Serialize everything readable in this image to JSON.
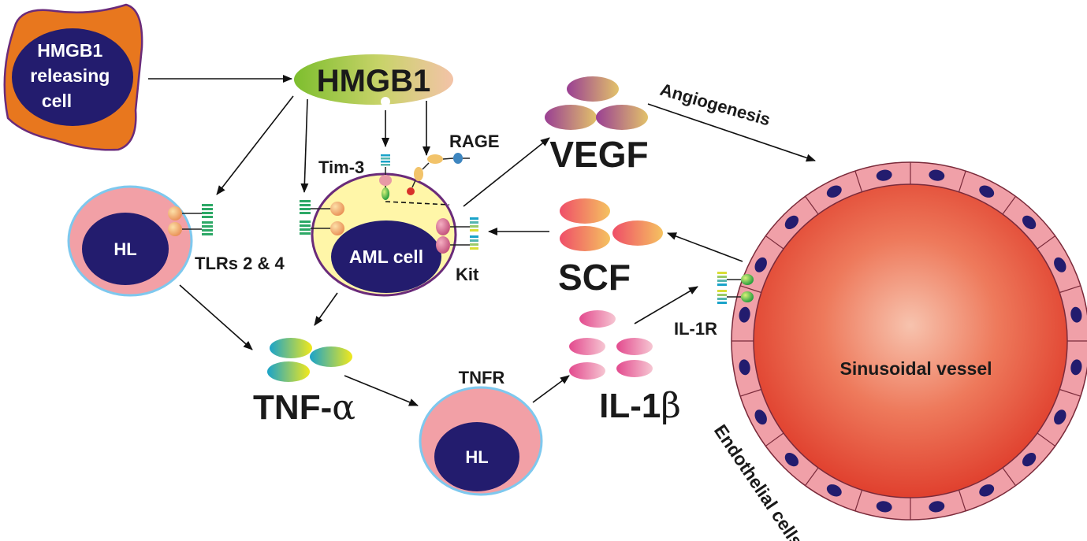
{
  "labels": {
    "hmgb1_source": [
      "HMGB1",
      "releasing",
      "cell"
    ],
    "hmgb1": "HMGB1",
    "rage": "RAGE",
    "tim3": "Tim-3",
    "tlrs": "TLRs 2 & 4",
    "aml_cell": "AML cell",
    "kit": "Kit",
    "hl_top": "HL",
    "hl_bottom": "HL",
    "vegf": "VEGF",
    "scf": "SCF",
    "tnf_prefix": "TNF-",
    "tnf_symbol": "α",
    "tnfr": "TNFR",
    "il1_prefix": "IL-1",
    "il1_symbol": "β",
    "il1r": "IL-1R",
    "angiogenesis": "Angiogenesis",
    "vessel": "Sinusoidal vessel",
    "endothelial": "Endothelial cells"
  },
  "colors": {
    "source_cell": "#E8771E",
    "nucleus": "#231C6E",
    "hl_cytoplasm": "#F2A0A6",
    "hl_membrane": "#7EC8EE",
    "aml_cytoplasm": "#FFF6A8",
    "aml_membrane": "#6A2B7A",
    "vessel_core": "#E8503A",
    "vessel_wall": "#F0A0A8"
  }
}
